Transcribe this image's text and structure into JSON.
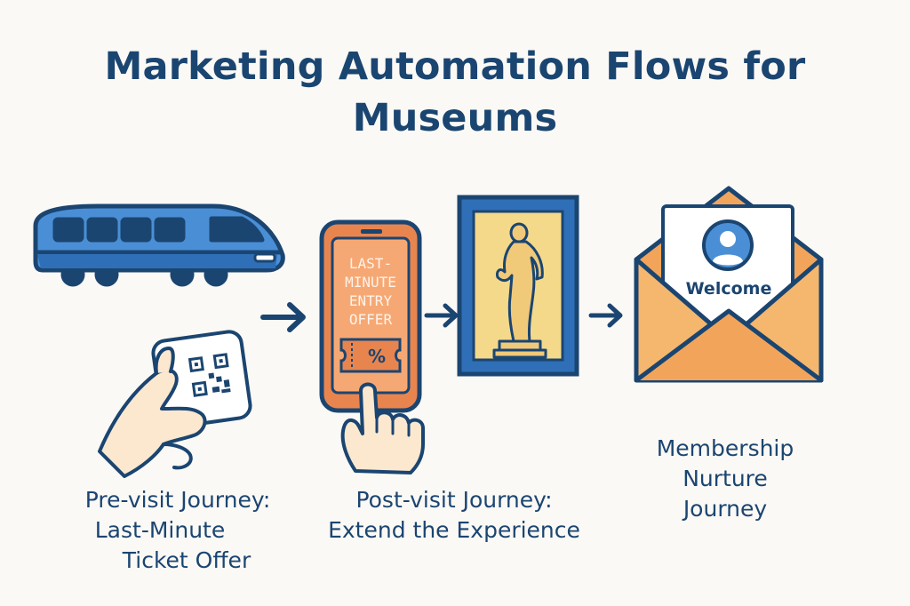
{
  "title": {
    "line1": "Marketing Automation Flows for",
    "line2": "Museums"
  },
  "colors": {
    "navy": "#1b4571",
    "train_blue": "#4a8fd6",
    "phone_orange": "#e8854f",
    "frame_gold": "#f4d98a",
    "envelope_orange": "#f2a55a",
    "skin": "#fbe8cf",
    "background": "#fbf9f5"
  },
  "phone_offer": {
    "line1": "LAST-",
    "line2": "MINUTE",
    "line3": "ENTRY",
    "line4": "OFFER",
    "coupon_symbol": "%"
  },
  "envelope": {
    "letter_text": "Welcome"
  },
  "icons": [
    "train-icon",
    "qr-hand-icon",
    "phone-offer-icon",
    "pointing-finger-icon",
    "statue-frame-icon",
    "envelope-icon",
    "avatar-icon",
    "arrow-right-icon"
  ],
  "captions": {
    "pre_visit": {
      "line1": "Pre-visit Journey:",
      "line2": "Last-Minute",
      "line3": "Ticket Offer"
    },
    "post_visit": {
      "line1": "Post-visit Journey:",
      "line2": "Extend the Experience"
    },
    "membership": {
      "line1": "Membership",
      "line2": "Nurture",
      "line3": "Journey"
    }
  }
}
